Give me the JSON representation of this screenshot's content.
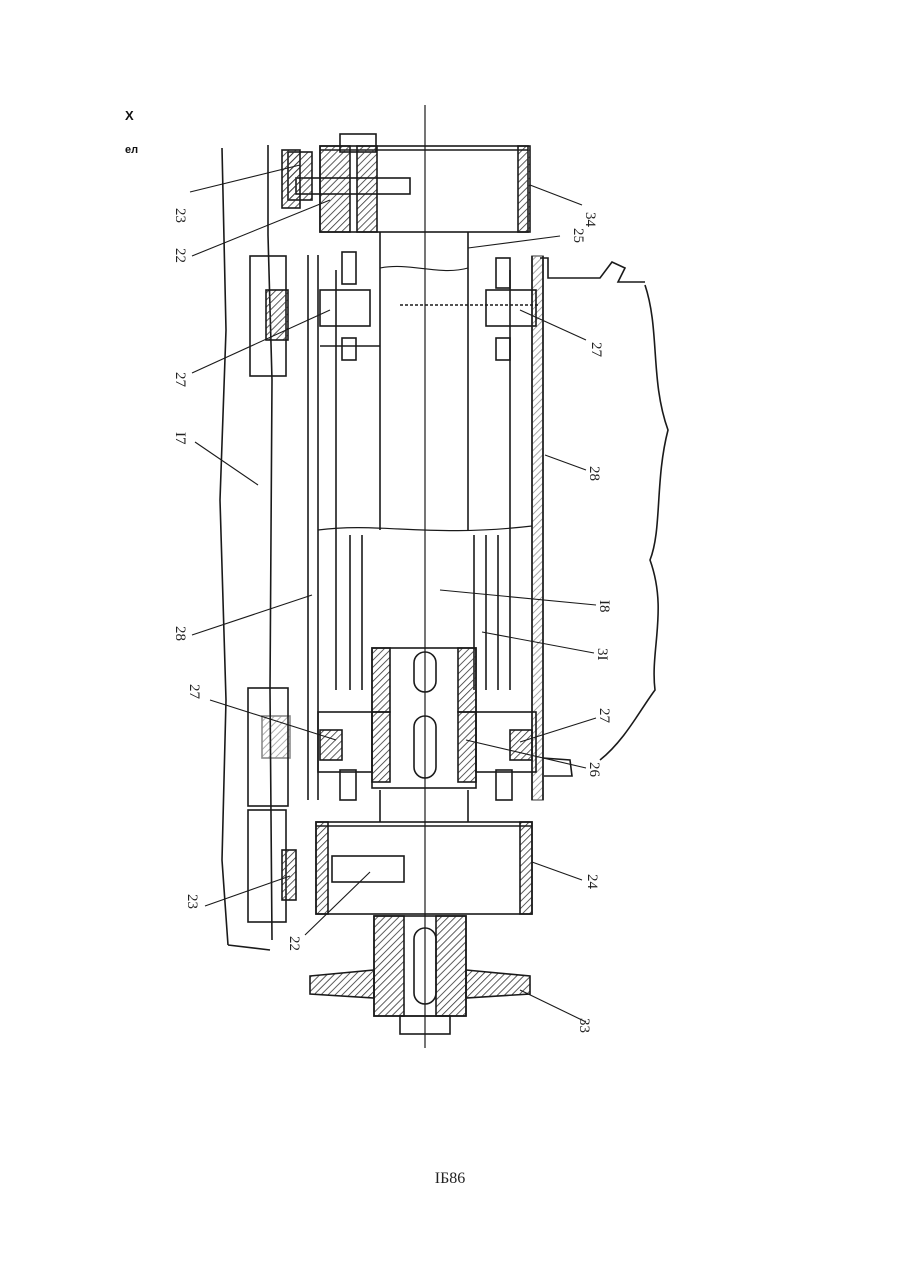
{
  "corner": {
    "mark1": "X",
    "mark2": "ел"
  },
  "labels": {
    "l23a": "23",
    "l22a": "22",
    "l34": "34",
    "l25": "25",
    "l27a": "27",
    "l27b": "27",
    "l17": "I7",
    "l28a": "28",
    "l28b": "28",
    "l18": "I8",
    "l31": "3I",
    "l27c": "27",
    "l27d": "27",
    "l26": "26",
    "l23b": "23",
    "l22b": "22",
    "l24": "24",
    "l33": "33"
  },
  "page_number": "IБ86",
  "colors": {
    "line": "#1a1a1a",
    "hatch": "#333333",
    "paper": "#ffffff"
  }
}
